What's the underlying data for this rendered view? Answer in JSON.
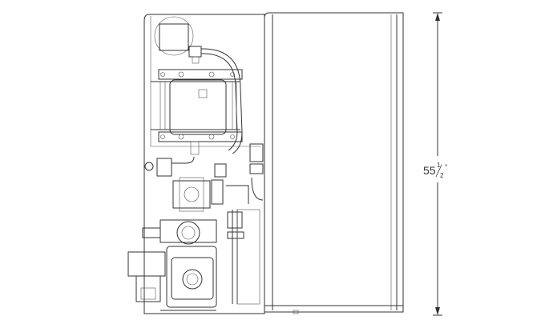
{
  "dimension": {
    "whole": "55",
    "frac_num": "1",
    "frac_den": "2",
    "unit": "\""
  },
  "colors": {
    "line": "#333333",
    "background": "#ffffff"
  }
}
